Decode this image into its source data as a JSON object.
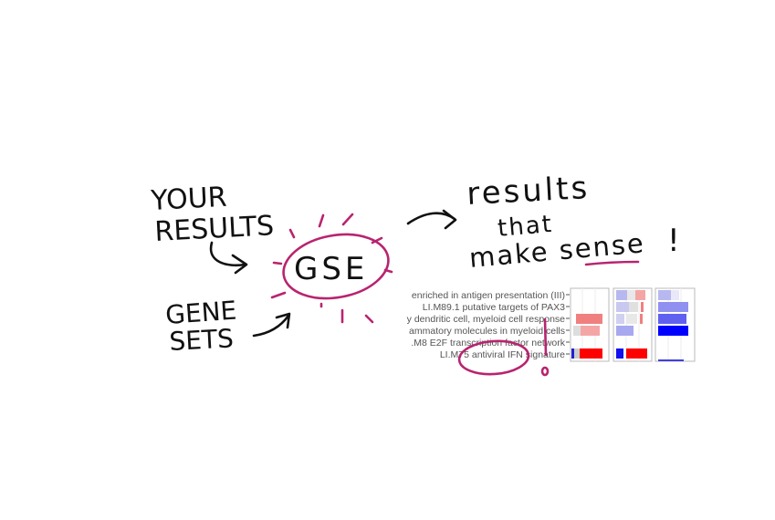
{
  "diagram": {
    "input_label_line1": "YOUR",
    "input_label_line2": "RESULTS",
    "gene_sets_line1": "GENE",
    "gene_sets_line2": "SETS",
    "center_label": "GSE",
    "output_line1": "results",
    "output_line2": "that",
    "output_line3": "make sense",
    "exclamation": "!",
    "exclamation_small": "!",
    "accent_color": "#b8246f"
  },
  "heatmap": {
    "row_labels": [
      "enriched in antigen presentation (III)",
      "LI.M89.1 putative targets of PAX3",
      "y dendritic cell, myeloid cell response",
      "ammatory molecules in myeloid cells",
      ".M8 E2F transcription factor network",
      "LI.M75 antiviral IFN signature"
    ]
  }
}
